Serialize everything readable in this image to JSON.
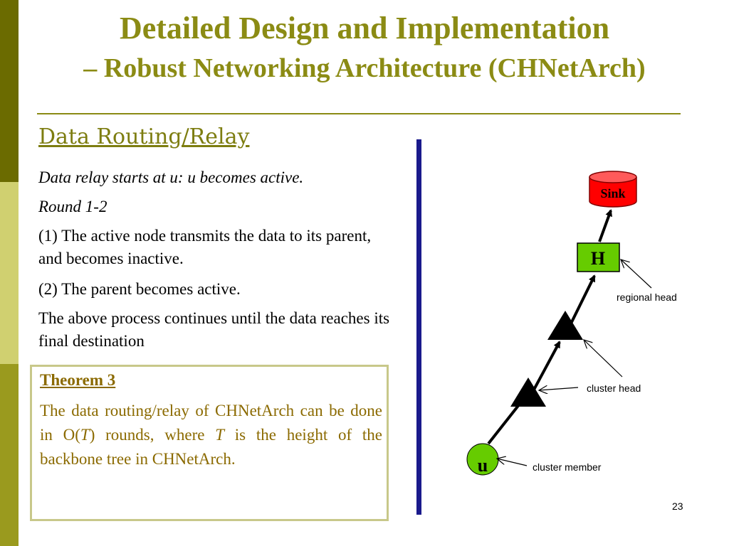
{
  "slide": {
    "title_line1": "Detailed Design and Implementation",
    "title_line2": "– Robust Networking Architecture (CHNetArch)",
    "section_heading": "Data Routing/Relay",
    "page_number": "23"
  },
  "content": {
    "intro": "Data relay starts at u: u becomes active.",
    "round": "Round 1-2",
    "step1": "(1) The active node transmits the data to its parent, and becomes inactive.",
    "step2": "(2) The parent becomes active.",
    "conclusion": "The above process continues until the data reaches its final destination"
  },
  "theorem": {
    "title": "Theorem 3",
    "body_before": "The data routing/relay of CHNetArch can be done in O(",
    "body_var1": "T",
    "body_middle": ") rounds, where ",
    "body_var2": "T",
    "body_after": " is the height of the backbone tree in CHNetArch."
  },
  "diagram": {
    "sink_label": "Sink",
    "head_label": "H",
    "member_label": "u",
    "regional_head_label": "regional head",
    "cluster_head_label": "cluster head",
    "cluster_member_label": "cluster member",
    "colors": {
      "sink": "#ff0000",
      "head": "#66cc00",
      "member": "#66cc00",
      "cluster_head": "#000000",
      "divider": "#1a1a8c",
      "title": "#8b8b14"
    }
  }
}
